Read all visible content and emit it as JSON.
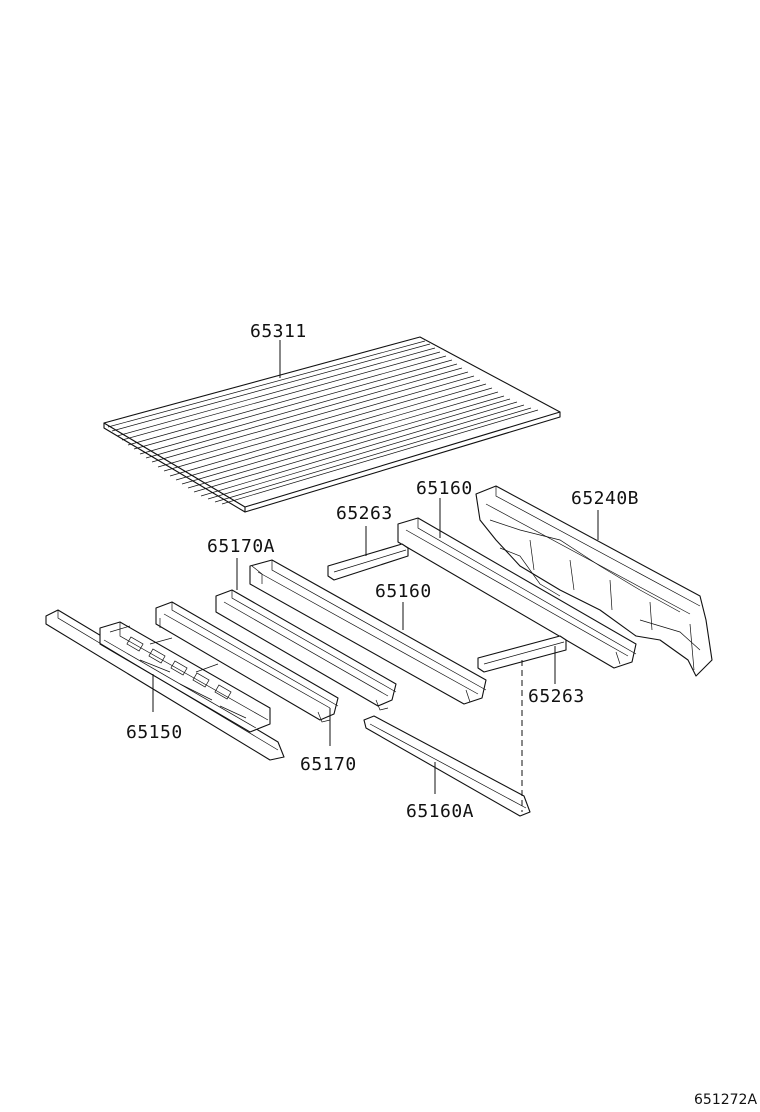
{
  "parts": [
    {
      "id": "floor-panel",
      "number": "65311"
    },
    {
      "id": "crossmember-front",
      "number": "65150"
    },
    {
      "id": "crossmember-a",
      "number": "65170A"
    },
    {
      "id": "crossmember",
      "number": "65170"
    },
    {
      "id": "sill-upper",
      "number": "65160"
    },
    {
      "id": "sill-middle",
      "number": "65160"
    },
    {
      "id": "sill-lower",
      "number": "65160A"
    },
    {
      "id": "bracket-upper",
      "number": "65263"
    },
    {
      "id": "bracket-lower",
      "number": "65263"
    },
    {
      "id": "rear-sill-assembly",
      "number": "65240B"
    }
  ],
  "figure_code": "651272A"
}
